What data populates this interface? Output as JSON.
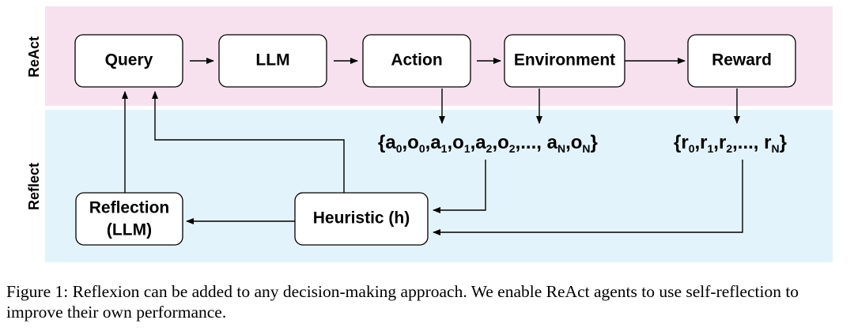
{
  "bands": {
    "react_label": "ReAct",
    "reflect_label": "Reflect",
    "react_color": "#f7e1ef",
    "reflect_color": "#e3f3fb"
  },
  "nodes": {
    "query": "Query",
    "llm": "LLM",
    "action": "Action",
    "environment": "Environment",
    "reward": "Reward",
    "reflection_line1": "Reflection",
    "reflection_line2": "(LLM)",
    "heuristic": "Heuristic (h)"
  },
  "trajectory": {
    "open": "{",
    "a": "a",
    "o": "o",
    "sub0": "0",
    "sub1": "1",
    "sub2": "2",
    "subN": "N",
    "ellipsis": "...,",
    "close": "}",
    "comma": ","
  },
  "rewards": {
    "r": "r",
    "sub0": "0",
    "sub1": "1",
    "sub2": "2",
    "subN": "N",
    "ellipsis": "...,",
    "open": "{",
    "close": "}",
    "comma": ","
  },
  "caption": "Figure 1: Reflexion can be added to any decision-making approach. We enable ReAct agents to use self-reflection to improve their own performance."
}
